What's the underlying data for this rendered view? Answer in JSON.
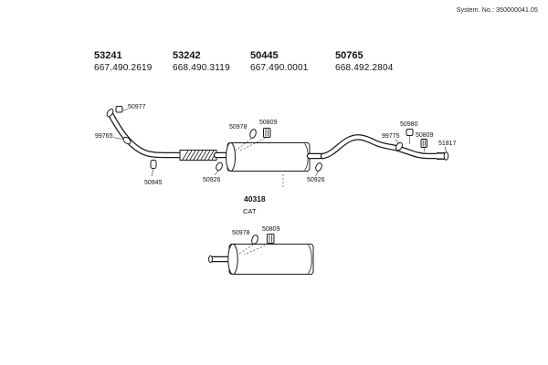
{
  "page": {
    "system_no": "System. No.: 350000041.05"
  },
  "part_table": [
    {
      "part": "53241",
      "ref": "667.490.2619"
    },
    {
      "part": "53242",
      "ref": "668.490.3119"
    },
    {
      "part": "50445",
      "ref": "667.490.0001"
    },
    {
      "part": "50765",
      "ref": "668.492.2804"
    }
  ],
  "callouts": {
    "hanger_front": "50977",
    "clamp_front": "99765",
    "bracket_front": "50945",
    "clamp_mid_left": "50926",
    "gasket_mid": "50978",
    "clamp_mid_top": "50809",
    "clamp_mid_right": "50926",
    "clamp_rear": "99775",
    "hanger_rear": "50980",
    "clamp_rear2": "50809",
    "tailpipe_tip": "51817",
    "catalytic": "40318",
    "cat_text": "CAT",
    "gasket_lower": "50978",
    "clamp_lower": "50809"
  },
  "colors": {
    "line": "#1a1a1a",
    "background": "#ffffff"
  }
}
